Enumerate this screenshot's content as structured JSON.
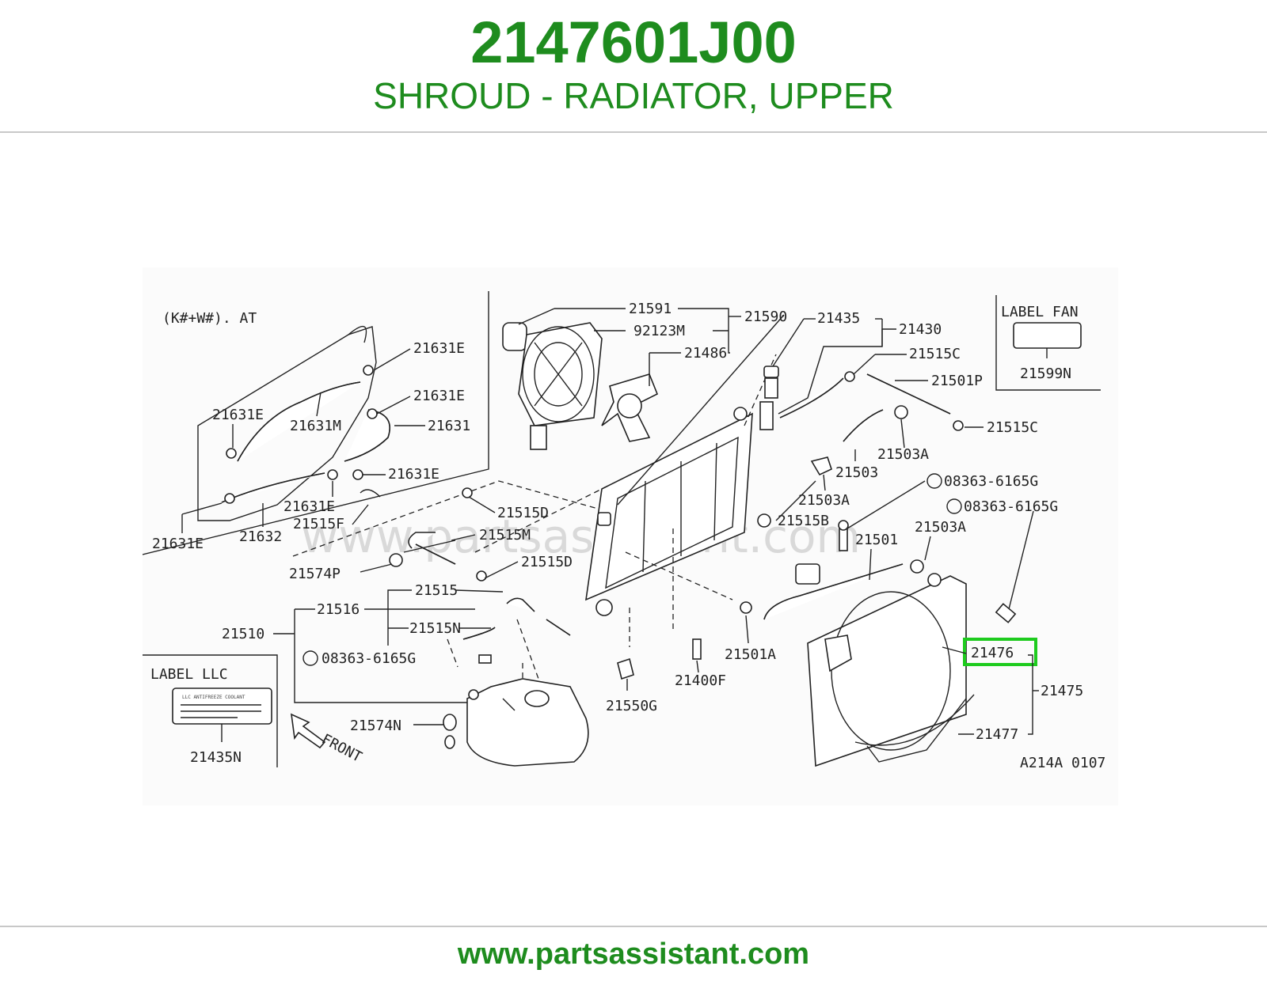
{
  "header": {
    "part_number": "2147601J00",
    "description": "SHROUD - RADIATOR, UPPER"
  },
  "footer": {
    "url": "www.partsassistant.com"
  },
  "watermark": "www.partsassistant.com",
  "colors": {
    "brand_green": "#1e8c1e",
    "highlight_green": "#1ecb1e",
    "rule_gray": "#c8c8c8"
  },
  "diagram": {
    "variant_note": "(K#+W#). AT",
    "ref_code": "A214A 0107",
    "front_label": "FRONT",
    "highlighted_part": "21476",
    "boxes": {
      "label_fan": {
        "title": "LABEL FAN",
        "part": "21599N"
      },
      "label_llc": {
        "title": "LABEL LLC",
        "part": "21435N",
        "sticker_text": "LLC ANTIFREEZE COOLANT"
      }
    },
    "labels": {
      "l21631E_a": "21631E",
      "l21631E_b": "21631E",
      "l21631E_c": "21631E",
      "l21631E_d": "21631E",
      "l21631E_e": "21631E",
      "l21631E_f": "21631E",
      "l21631M": "21631M",
      "l21631": "21631",
      "l21632": "21632",
      "l21515F": "21515F",
      "l21591": "21591",
      "l92123M": "92123M",
      "l21486": "21486",
      "l21590": "21590",
      "l21435": "21435",
      "l21430": "21430",
      "l21515C_a": "21515C",
      "l21501P": "21501P",
      "l21515C_b": "21515C",
      "l21503A_a": "21503A",
      "l21503": "21503",
      "l21503A_b": "21503A",
      "l21503A_c": "21503A",
      "l08363_a": "08363-6165G",
      "l08363_b": "08363-6165G",
      "l08363_c": "08363-6165G",
      "l21515D_a": "21515D",
      "l21515M": "21515M",
      "l21515D_b": "21515D",
      "l21574P": "21574P",
      "l21515": "21515",
      "l21516": "21516",
      "l21510": "21510",
      "l21515N": "21515N",
      "l21574N": "21574N",
      "l21550G": "21550G",
      "l21400F": "21400F",
      "l21515B": "21515B",
      "l21501": "21501",
      "l21501A": "21501A",
      "l21476": "21476",
      "l21475": "21475",
      "l21477": "21477"
    }
  }
}
